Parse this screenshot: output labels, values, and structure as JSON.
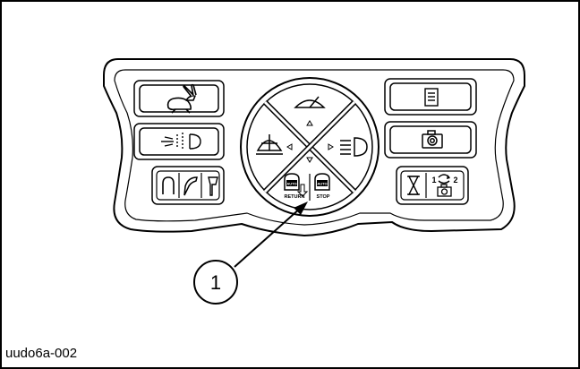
{
  "figure": {
    "caption": "uudo6a-002",
    "callout_number": "1"
  },
  "panel": {
    "auto_button_label": "AUTO",
    "return_label": "RETURN",
    "stop_label": "STOP",
    "sequence_label_1": "1",
    "sequence_label_2": "2"
  },
  "colors": {
    "ink": "#000000",
    "paper": "#ffffff"
  }
}
